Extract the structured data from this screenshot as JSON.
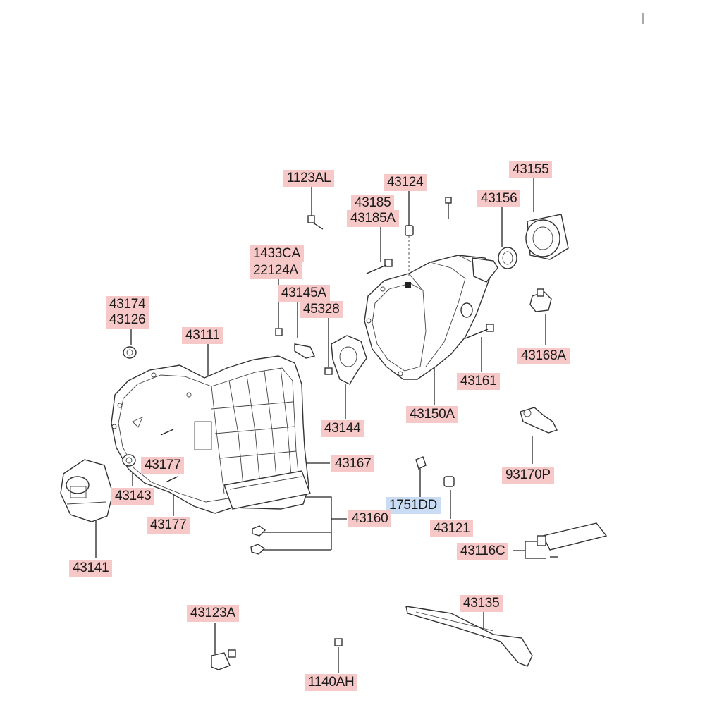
{
  "labels": {
    "l1123AL": "1123AL",
    "l43124": "43124",
    "l43185": "43185",
    "l43185A": "43185A",
    "l43155": "43155",
    "l43156": "43156",
    "l1433CA": "1433CA",
    "l22124A": "22124A",
    "l43145A": "43145A",
    "l45328": "45328",
    "l43174": "43174",
    "l43126": "43126",
    "l43111": "43111",
    "l43168A": "43168A",
    "l43161": "43161",
    "l43150A": "43150A",
    "l43144": "43144",
    "l43177a": "43177",
    "l43167": "43167",
    "l93170P": "93170P",
    "l43143": "43143",
    "l1751DD": "1751DD",
    "l43121": "43121",
    "l43177b": "43177",
    "l43160": "43160",
    "l43116C": "43116C",
    "l43141": "43141",
    "l43135": "43135",
    "l43123A": "43123A",
    "l1140AH": "1140AH"
  },
  "colors": {
    "label_highlight": "#f7c8c8",
    "label_highlight_alt": "#c9dcf3"
  }
}
